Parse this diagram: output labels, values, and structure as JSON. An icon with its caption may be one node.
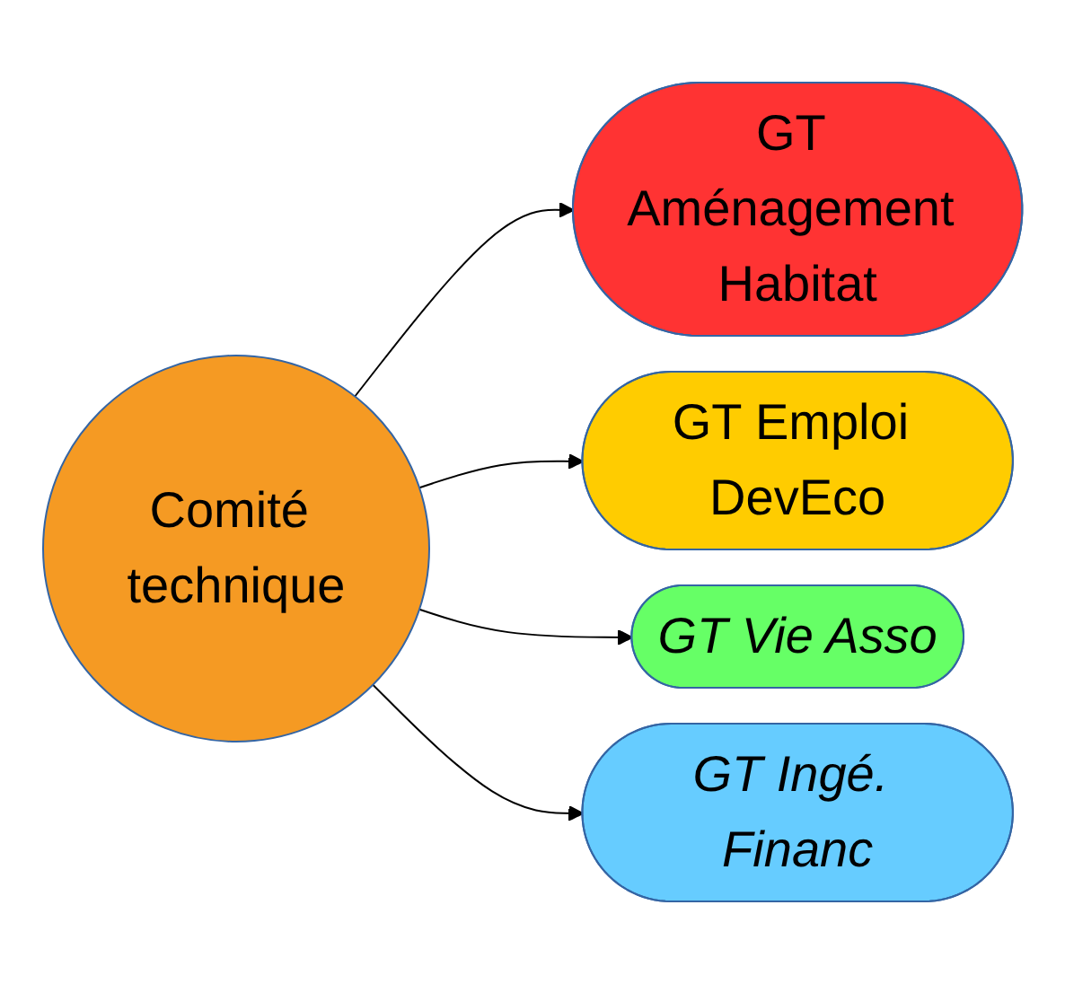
{
  "diagram": {
    "nodes": [
      {
        "text": [
          "Comité technique"
        ]
      },
      {
        "text": [
          "GT Aménagement Habitat"
        ]
      },
      {
        "text": [
          "GT Emploi DevEco"
        ]
      },
      {
        "text": [
          "GT Vie Asso"
        ]
      },
      {
        "text": [
          "GT Ingé. Financ"
        ]
      }
    ],
    "edges": [
      {
        "from": 0,
        "to": 1,
        "arrow": "to"
      },
      {
        "from": 0,
        "to": 2,
        "arrow": "to"
      },
      {
        "from": 0,
        "to": 3,
        "arrow": "to"
      },
      {
        "from": 0,
        "to": 4,
        "arrow": "to"
      }
    ]
  }
}
